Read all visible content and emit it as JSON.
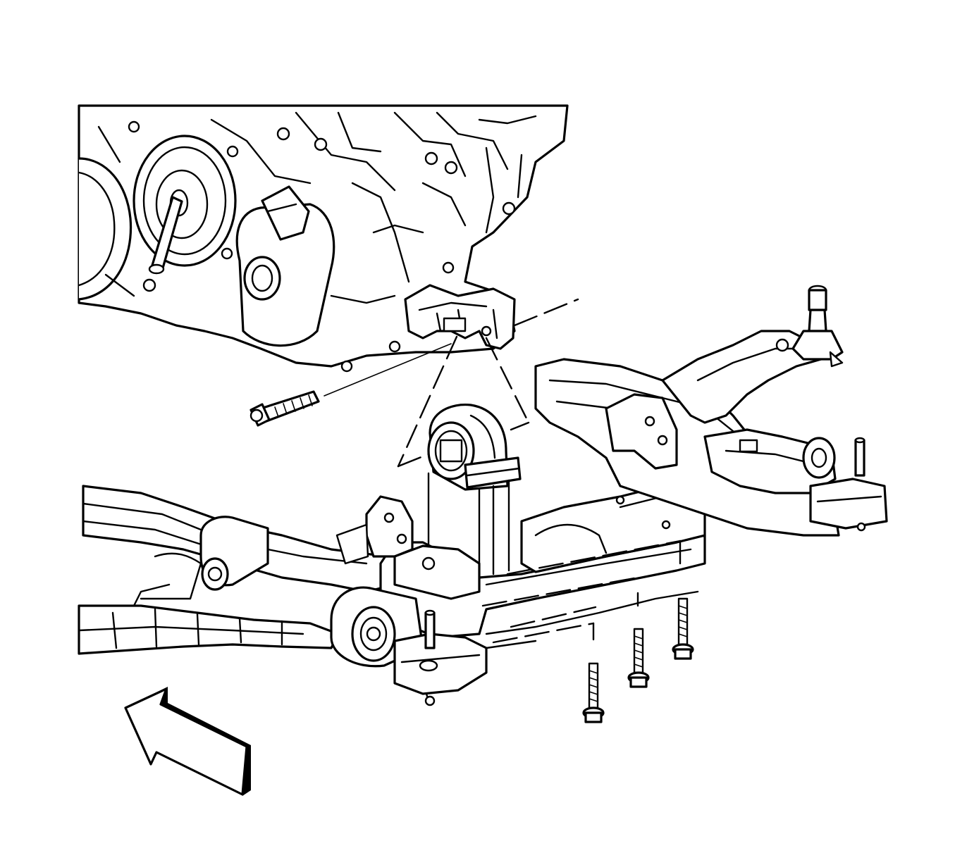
{
  "diagram": {
    "type": "exploded-view line illustration",
    "colors": {
      "ink": "#000000",
      "paper": "#ffffff"
    },
    "parts": [
      {
        "id": "transaxle",
        "icon": "transaxle-assembly-icon"
      },
      {
        "id": "mount",
        "icon": "transaxle-mount-icon"
      },
      {
        "id": "mount-through-bolt",
        "icon": "bolt-icon"
      },
      {
        "id": "mount-to-frame-bolts",
        "icon": "bolt-icon",
        "count": 3
      },
      {
        "id": "mount-to-frame-studs",
        "icon": "stud-icon",
        "count": 2
      },
      {
        "id": "engine-cradle",
        "icon": "frame-icon"
      },
      {
        "id": "lower-control-arm",
        "icon": "control-arm-icon"
      },
      {
        "id": "direction-arrow",
        "icon": "arrow-forward-icon",
        "points": "vehicle-front"
      }
    ]
  }
}
